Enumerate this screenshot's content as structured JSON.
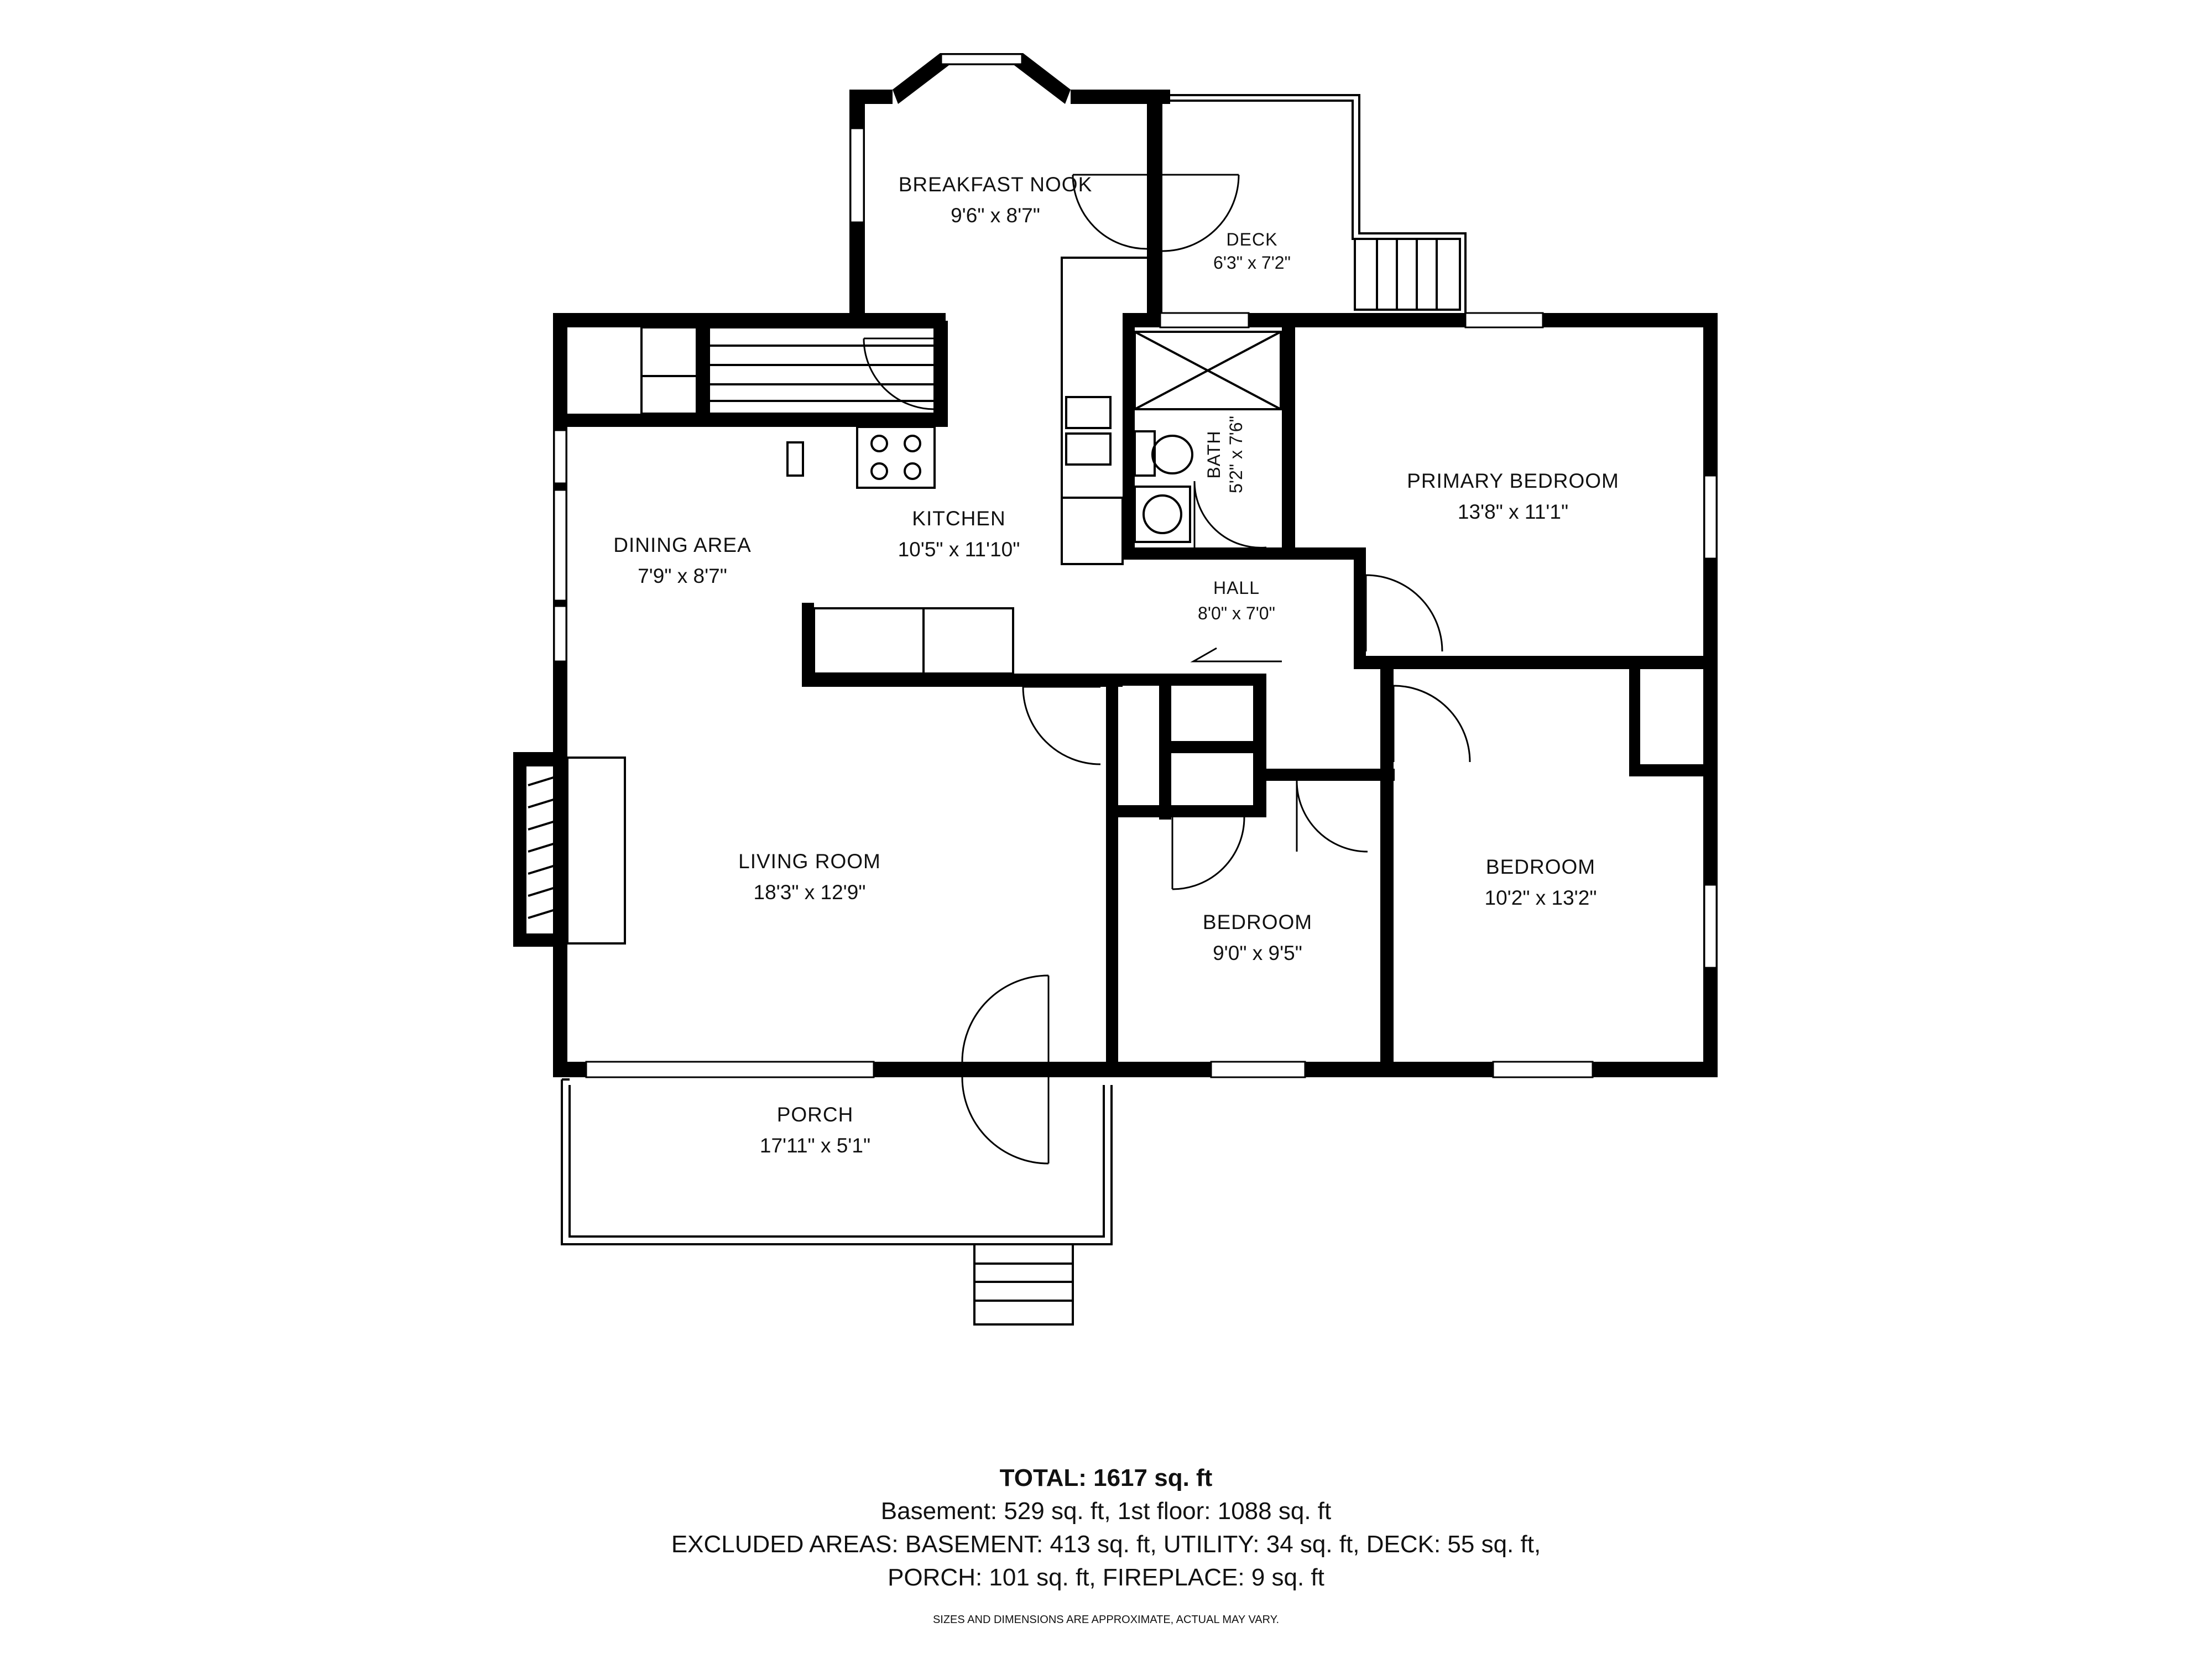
{
  "rooms": {
    "breakfast_nook": {
      "name": "BREAKFAST NOOK",
      "dims": "9'6\" x 8'7\""
    },
    "deck": {
      "name": "DECK",
      "dims": "6'3\" x 7'2\""
    },
    "bath": {
      "name": "BATH",
      "dims": "5'2\" x 7'6\""
    },
    "primary_bedroom": {
      "name": "PRIMARY BEDROOM",
      "dims": "13'8\" x 11'1\""
    },
    "kitchen": {
      "name": "KITCHEN",
      "dims": "10'5\" x 11'10\""
    },
    "dining_area": {
      "name": "DINING AREA",
      "dims": "7'9\" x 8'7\""
    },
    "hall": {
      "name": "HALL",
      "dims": "8'0\" x 7'0\""
    },
    "living_room": {
      "name": "LIVING ROOM",
      "dims": "18'3\" x 12'9\""
    },
    "bedroom_small": {
      "name": "BEDROOM",
      "dims": "9'0\" x 9'5\""
    },
    "bedroom_large": {
      "name": "BEDROOM",
      "dims": "10'2\" x 13'2\""
    },
    "porch": {
      "name": "PORCH",
      "dims": "17'11\" x 5'1\""
    }
  },
  "summary": {
    "total_label": "TOTAL: 1617 sq. ft",
    "line1": "Basement: 529 sq. ft, 1st floor: 1088 sq. ft",
    "line2": "EXCLUDED AREAS: BASEMENT: 413 sq. ft, UTILITY: 34 sq. ft, DECK: 55 sq. ft,",
    "line3": "PORCH: 101 sq. ft, FIREPLACE: 9 sq. ft",
    "disclaimer": "SIZES AND DIMENSIONS ARE APPROXIMATE, ACTUAL MAY VARY."
  },
  "colors": {
    "wall": "#000000",
    "background": "#ffffff",
    "fireplace_hatch": "#000000"
  }
}
